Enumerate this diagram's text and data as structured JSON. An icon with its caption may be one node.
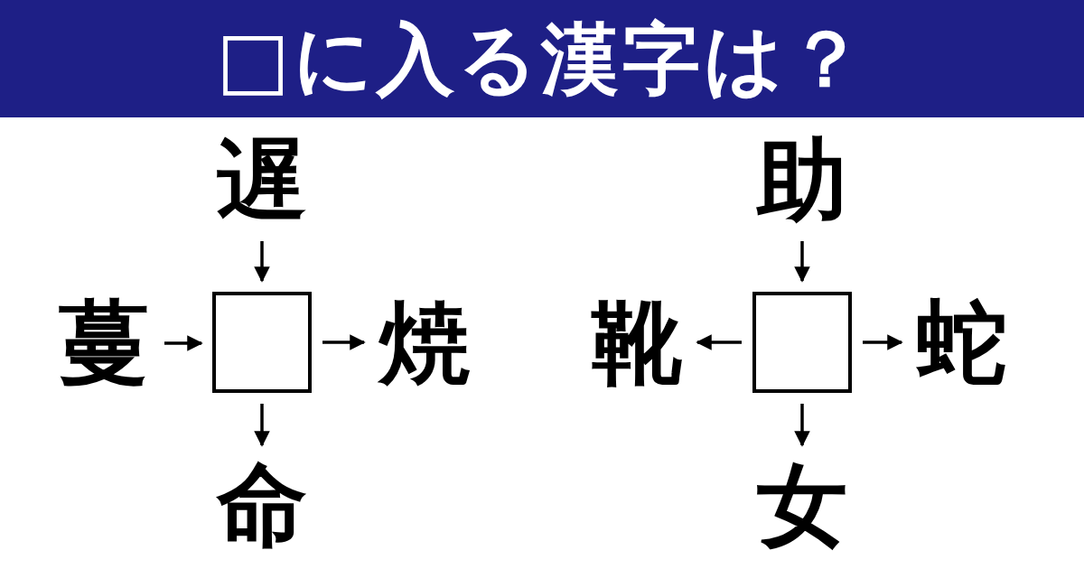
{
  "diagram": {
    "title": "□に入る漢字は？",
    "nodes": [
      {
        "text": [
          "遅"
        ]
      },
      {
        "text": [
          "蔓"
        ]
      },
      {
        "text": [],
        "shape": "box"
      },
      {
        "text": [
          "焼"
        ]
      },
      {
        "text": [
          "命"
        ]
      },
      {
        "text": [
          "助"
        ]
      },
      {
        "text": [
          "靴"
        ]
      },
      {
        "text": [],
        "shape": "box"
      },
      {
        "text": [
          "蛇"
        ]
      },
      {
        "text": [
          "女"
        ]
      }
    ],
    "edges": [
      {
        "from": 0,
        "to": 2,
        "arrow": "to"
      },
      {
        "from": 1,
        "to": 2,
        "arrow": "to"
      },
      {
        "from": 2,
        "to": 3,
        "arrow": "to"
      },
      {
        "from": 2,
        "to": 4,
        "arrow": "to"
      },
      {
        "from": 5,
        "to": 7,
        "arrow": "to"
      },
      {
        "from": 7,
        "to": 6,
        "arrow": "to"
      },
      {
        "from": 7,
        "to": 8,
        "arrow": "to"
      },
      {
        "from": 7,
        "to": 9,
        "arrow": "to"
      }
    ]
  }
}
